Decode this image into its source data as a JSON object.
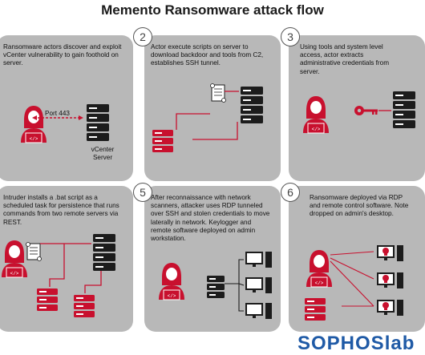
{
  "title": "Memento Ransomware attack flow",
  "panels": [
    {
      "number": "",
      "text": "Ransomware actors discover and exploit vCenter vulnerability to gain foothold on server.",
      "labels": {
        "port": "Port 443",
        "vcenter": "vCenter Server"
      }
    },
    {
      "number": "2",
      "text": "Actor execute scripts on server to download backdoor and tools from C2, establishes SSH tunnel."
    },
    {
      "number": "3",
      "text": "Using tools and system level access, actor extracts administrative credentials from server."
    },
    {
      "number": "",
      "text": "Intruder installs a .bat script as a scheduled task for persistence that runs commands from two remote servers via REST."
    },
    {
      "number": "5",
      "text": "After reconnaissance with network scanners, attacker uses RDP tunneled over SSH and stolen credentials to move laterally in network. Keylogger and remote software deployed on admin workstation."
    },
    {
      "number": "6",
      "text": "Ransomware deployed via RDP and remote control software. Note dropped on admin's desktop."
    }
  ],
  "brand": "SOPHOSlab",
  "colors": {
    "panel": "#b8b8b8",
    "red": "#c8102e",
    "dark": "#1c1c1c",
    "brand": "#1f5aa6"
  },
  "icons": [
    "hacker-icon",
    "server-rack-icon",
    "script-icon",
    "key-icon",
    "monitor-icon",
    "skull-icon"
  ]
}
